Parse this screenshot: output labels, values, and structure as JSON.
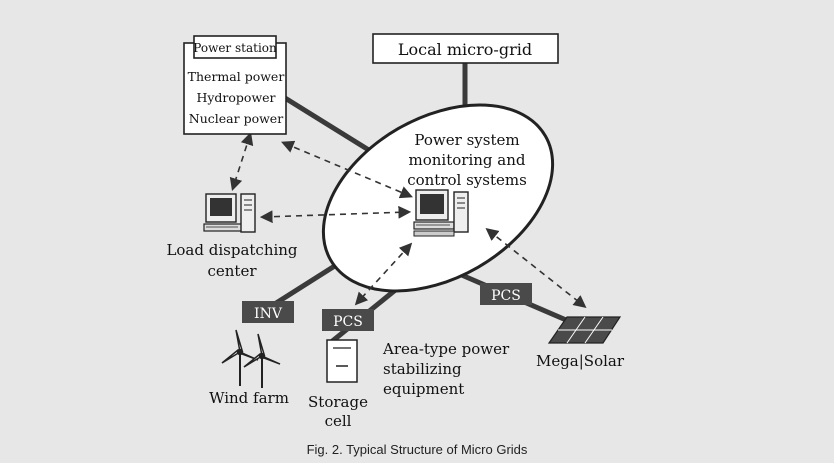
{
  "diagram": {
    "local_grid_label": "Local micro-grid",
    "power_station": {
      "title": "Power station",
      "items": [
        "Thermal power",
        "Hydropower",
        "Nuclear power"
      ]
    },
    "control_center": [
      "Power system",
      "monitoring and",
      "control systems"
    ],
    "load_dispatch": [
      "Load dispatching",
      "center"
    ],
    "inv_label": "INV",
    "pcs_storage_label": "PCS",
    "pcs_solar_label": "PCS",
    "wind_farm_label": "Wind farm",
    "storage_label": [
      "Storage",
      "cell"
    ],
    "area_type_label": [
      "Area-type power",
      "stabilizing",
      "equipment"
    ],
    "mega_solar_label": "Mega|Solar"
  },
  "caption": "Fig. 2. Typical Structure of Micro Grids",
  "colors": {
    "background": "#e7e7e7",
    "line": "#3a3a3a",
    "label_box": "#4a4a4a",
    "label_text": "#ffffff",
    "ellipse_fill": "#ffffff"
  }
}
